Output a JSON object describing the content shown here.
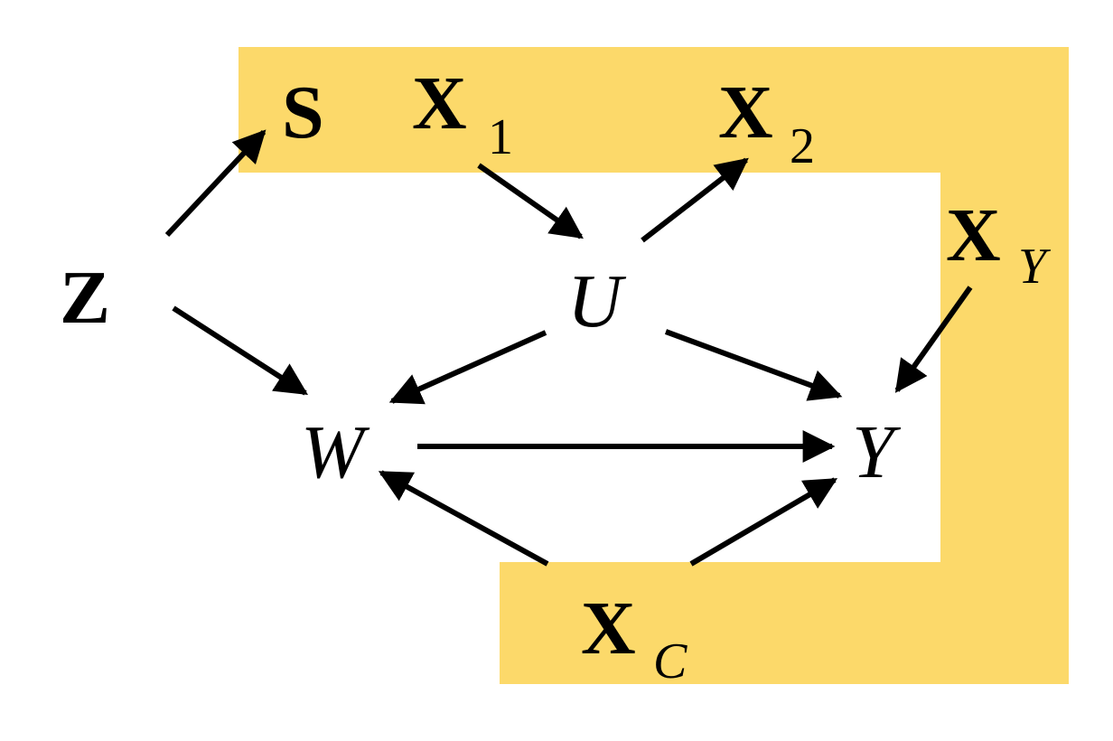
{
  "highlight_color": "#fcd96a",
  "nodes": {
    "S": {
      "text": "S"
    },
    "X1": {
      "text": "X",
      "sub": "1"
    },
    "X2": {
      "text": "X",
      "sub": "2"
    },
    "XY": {
      "text": "X",
      "sub": "Y"
    },
    "Z": {
      "text": "Z"
    },
    "U": {
      "text": "U"
    },
    "W": {
      "text": "W"
    },
    "Y": {
      "text": "Y"
    },
    "XC": {
      "text": "X",
      "sub": "C"
    }
  },
  "edges": [
    {
      "from": "Z",
      "to": "S"
    },
    {
      "from": "Z",
      "to": "W"
    },
    {
      "from": "X1",
      "to": "U"
    },
    {
      "from": "U",
      "to": "X2"
    },
    {
      "from": "U",
      "to": "W"
    },
    {
      "from": "U",
      "to": "Y"
    },
    {
      "from": "XY",
      "to": "Y"
    },
    {
      "from": "W",
      "to": "Y"
    },
    {
      "from": "XC",
      "to": "W"
    },
    {
      "from": "XC",
      "to": "Y"
    }
  ]
}
